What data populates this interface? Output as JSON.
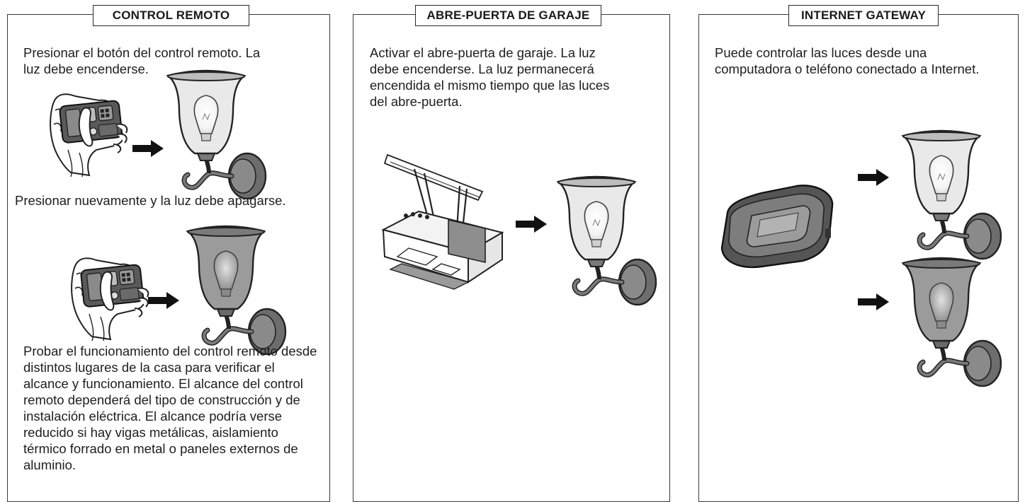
{
  "panels": {
    "control_remoto": {
      "title": "CONTROL REMOTO",
      "step1": "Presionar el botón del control remoto. La luz debe encenderse.",
      "step2": "Presionar nuevamente y la luz debe apagarse.",
      "step3": "Probar el funcionamiento del control remoto desde distintos lugares de la casa para verificar el alcance y funcionamiento. El alcance del control remoto dependerá del tipo de construcción y de instalación eléctrica. El alcance podría verse reducido si hay vigas metálicas, aislamiento térmico forrado en metal o paneles externos de aluminio."
    },
    "abre_puerta": {
      "title": "ABRE-PUERTA DE GARAJE",
      "step1": "Activar el abre-puerta de garaje. La luz debe encenderse. La luz permanecerá encendida el mismo tiempo que las luces del abre-puerta."
    },
    "internet_gateway": {
      "title": "INTERNET GATEWAY",
      "step1": "Puede controlar las luces desde una computadora o teléfono conectado a Internet."
    }
  }
}
